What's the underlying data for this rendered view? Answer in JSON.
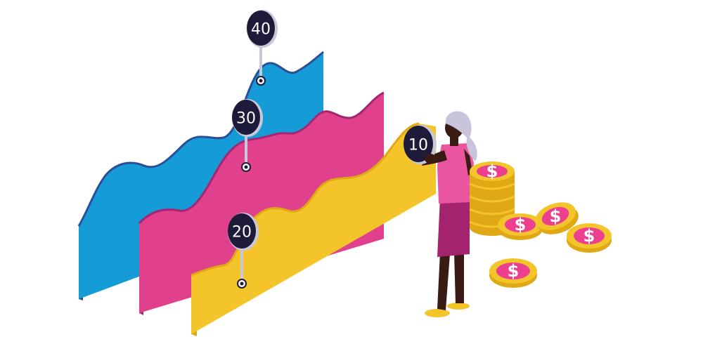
{
  "illustration": {
    "pins": [
      {
        "label": "40"
      },
      {
        "label": "30"
      },
      {
        "label": "20"
      },
      {
        "label": "10"
      }
    ],
    "coin_symbol": "$",
    "colors": {
      "blue": "#159bd6",
      "blue_dark": "#2a4f98",
      "magenta": "#e0408c",
      "magenta_dark": "#a62570",
      "yellow": "#f4c52a",
      "yellow_dark": "#e0a815",
      "pin_navy": "#1d1a3a",
      "coin_pink": "#ec3f8f",
      "skin": "#3a1c14",
      "hair": "#c9c4dc",
      "top": "#e9559f",
      "skirt": "#a3236f"
    }
  }
}
